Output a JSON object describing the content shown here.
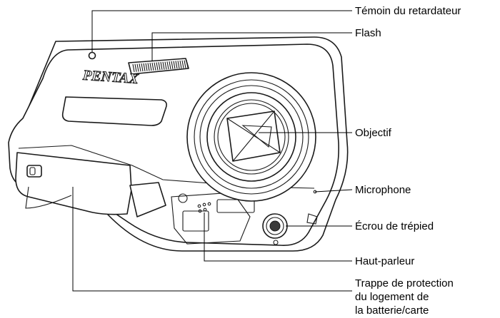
{
  "brand": {
    "logo_text": "PENTAX"
  },
  "callouts": [
    {
      "id": "self-timer-lamp",
      "text": "Témoin du retardateur"
    },
    {
      "id": "flash",
      "text": "Flash"
    },
    {
      "id": "lens",
      "text": "Objectif"
    },
    {
      "id": "microphone",
      "text": "Microphone"
    },
    {
      "id": "tripod-socket",
      "text": "Écrou de trépied"
    },
    {
      "id": "speaker",
      "text": "Haut-parleur"
    },
    {
      "id": "battery-card-cover",
      "lines": [
        "Trappe de protection",
        "du logement de",
        "la batterie/carte"
      ]
    }
  ]
}
